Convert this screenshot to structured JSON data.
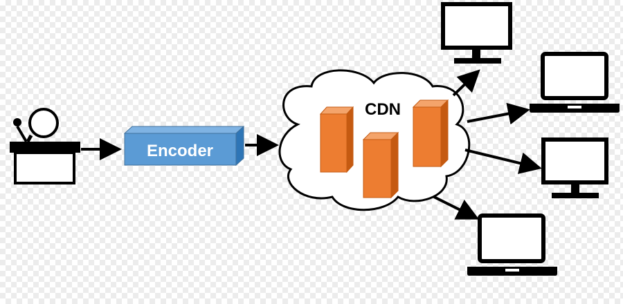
{
  "diagram": {
    "encoder_label": "Encoder",
    "cdn_label": "CDN"
  },
  "colors": {
    "encoder_fill": "#5b9bd5",
    "encoder_top": "#7fb3e3",
    "encoder_side": "#2e75b6",
    "server_front": "#ed7d31",
    "server_top": "#f4a46b",
    "server_side": "#c55a11",
    "stroke": "#000000"
  },
  "icons": [
    "presenter-icon",
    "encoder-box",
    "cdn-cloud",
    "server-icon",
    "monitor-icon",
    "laptop-icon",
    "arrow-icon"
  ]
}
